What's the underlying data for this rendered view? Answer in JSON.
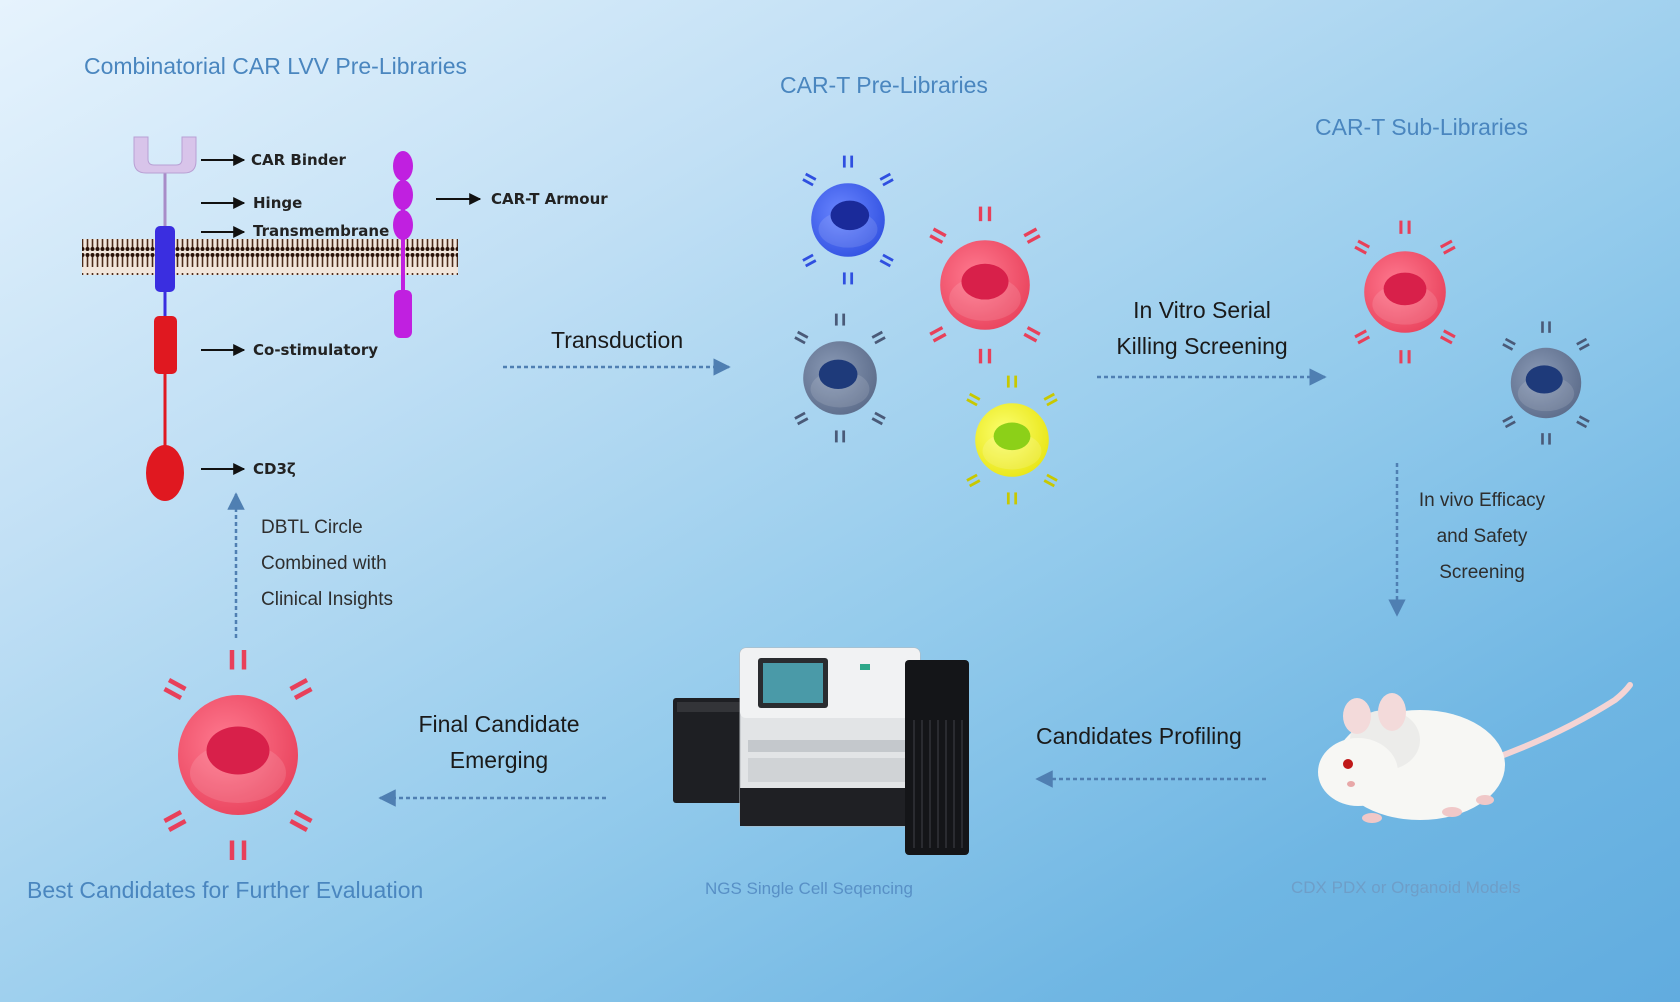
{
  "sections": {
    "lvv": "Combinatorial CAR LVV Pre-Libraries",
    "prelib": "CAR-T Pre-Libraries",
    "sublib": "CAR-T Sub-Libraries"
  },
  "car_parts": {
    "binder": "CAR Binder",
    "hinge": "Hinge",
    "transmembrane": "Transmembrane",
    "costim": "Co-stimulatory",
    "cd3z": "CD3ζ",
    "armour": "CAR-T Armour"
  },
  "steps": {
    "transduction": "Transduction",
    "killing_line1": "In Vitro Serial",
    "killing_line2": "Killing Screening",
    "invivo_line1": "In vivo Efficacy",
    "invivo_line2": "and Safety",
    "invivo_line3": "Screening",
    "profiling": "Candidates Profiling",
    "final_line1": "Final Candidate",
    "final_line2": "Emerging",
    "dbtl_line1": "DBTL Circle",
    "dbtl_line2": "Combined with",
    "dbtl_line3": "Clinical Insights"
  },
  "captions": {
    "models": "CDX PDX or Organoid Models",
    "ngs": "NGS Single Cell Seqencing",
    "best": "Best Candidates for Further Evaluation"
  },
  "colors": {
    "cell_blue": "#3a5ef0",
    "cell_red": "#f0506a",
    "cell_gray": "#6a7c9a",
    "cell_yellow": "#f4f020",
    "hinge": "#a88cc8",
    "domain_blue": "#3a2ee0",
    "domain_red": "#e01820",
    "armour": "#c020e0",
    "arrow": "#4f7fb2"
  }
}
